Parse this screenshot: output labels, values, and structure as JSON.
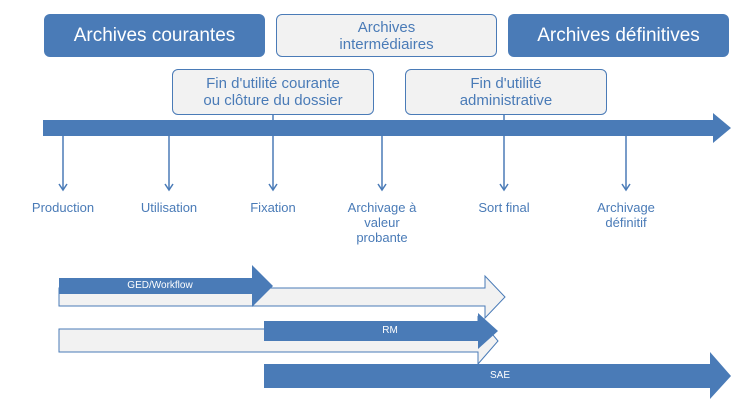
{
  "phases": {
    "courantes": "Archives courantes",
    "intermediaires": "Archives\nintermédiaires",
    "definitives": "Archives définitives"
  },
  "events": {
    "fin_courante": "Fin d'utilité courante\nou clôture du dossier",
    "fin_administrative": "Fin d'utilité\nadministrative"
  },
  "steps": {
    "production": "Production",
    "utilisation": "Utilisation",
    "fixation": "Fixation",
    "archivage_probante": "Archivage à\nvaleur\nprobante",
    "sort_final": "Sort final",
    "archivage_definitif": "Archivage\ndéfinitif"
  },
  "tools": {
    "ged": "GED/Workflow",
    "rm": "RM",
    "sae": "SAE"
  },
  "colors": {
    "accent": "#4a7bb7",
    "light_fill": "#f2f2f2"
  }
}
